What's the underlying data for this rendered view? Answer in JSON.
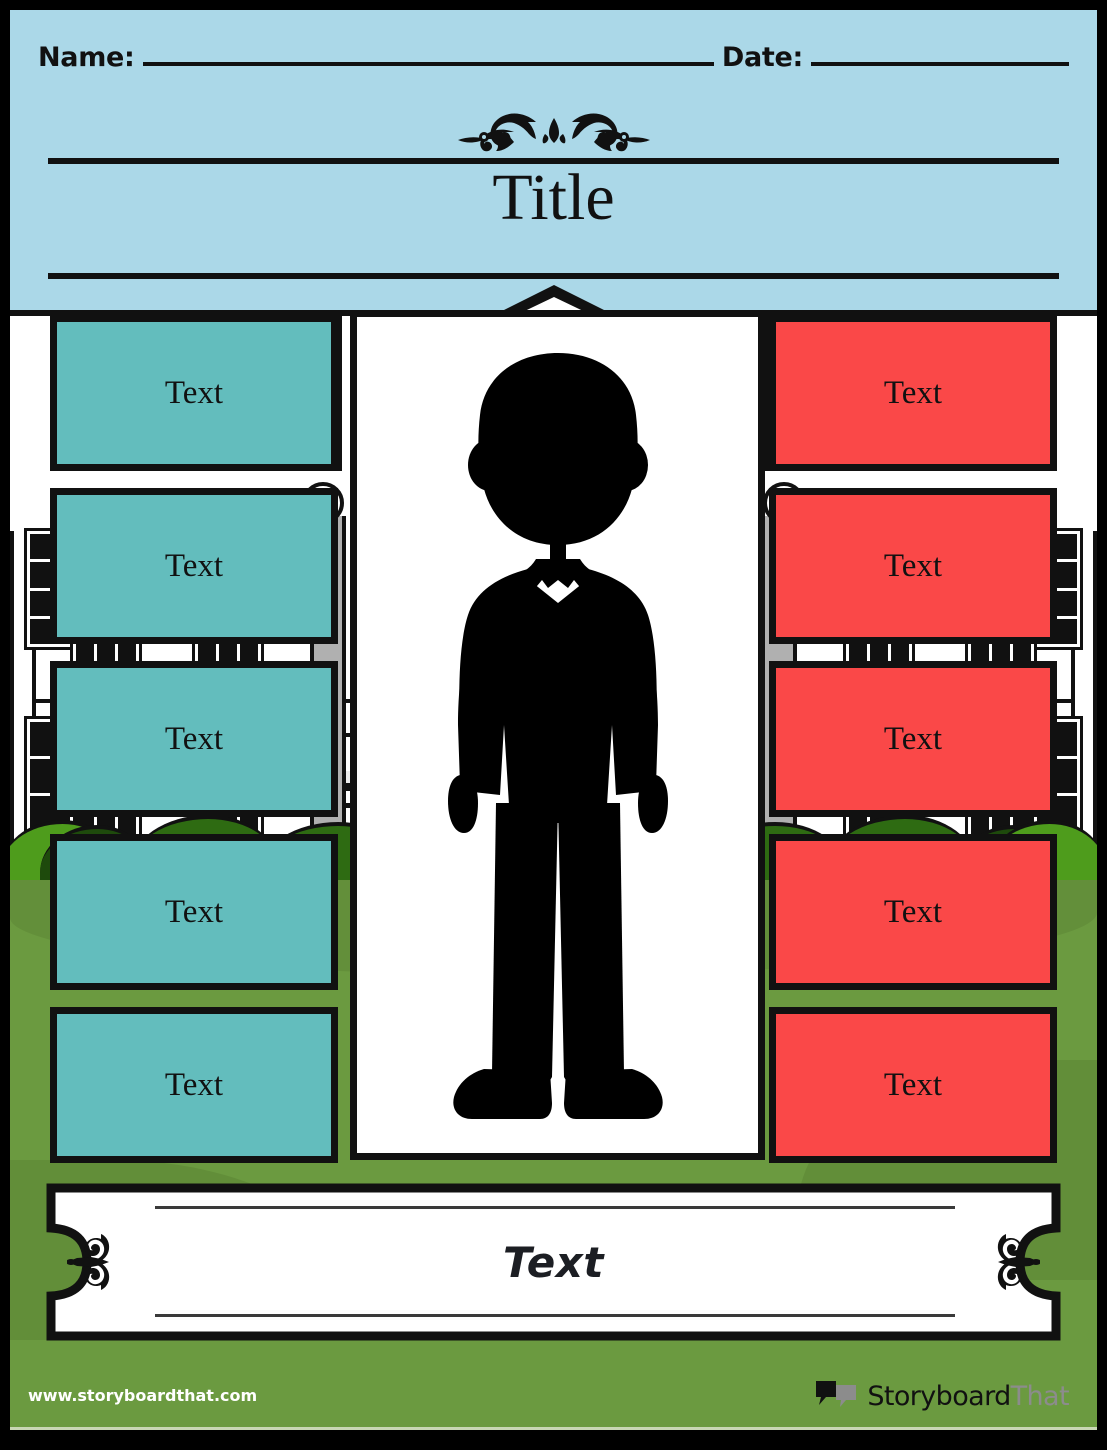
{
  "header": {
    "name_label": "Name:",
    "date_label": "Date:"
  },
  "title": {
    "text": "Title",
    "ornament_icon": "flourish-ornament-icon"
  },
  "center": {
    "figure_icon": "person-silhouette-icon"
  },
  "left_boxes": [
    {
      "label": "Text"
    },
    {
      "label": "Text"
    },
    {
      "label": "Text"
    },
    {
      "label": "Text"
    },
    {
      "label": "Text"
    }
  ],
  "right_boxes": [
    {
      "label": "Text"
    },
    {
      "label": "Text"
    },
    {
      "label": "Text"
    },
    {
      "label": "Text"
    },
    {
      "label": "Text"
    }
  ],
  "banner": {
    "text": "Text",
    "left_flourish_icon": "leaf-flourish-icon",
    "right_flourish_icon": "leaf-flourish-icon"
  },
  "footer": {
    "url": "www.storyboardthat.com",
    "brand_first": "Storyboard",
    "brand_second": "That",
    "logo_icon": "speech-bubbles-icon"
  },
  "colors": {
    "sky": "#ABD8E8",
    "lawn": "#6B9A40",
    "teal_box": "#63BDBD",
    "red_box": "#FA4848",
    "outline": "#111111",
    "house": "#FFFFFF",
    "brand_gray": "#8C8C8C"
  }
}
